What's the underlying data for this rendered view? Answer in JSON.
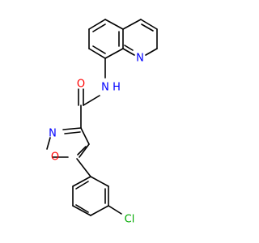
{
  "structure": {
    "atom_labels": {
      "quinoline_n": "N",
      "amide_nh": "N",
      "amide_h": "H",
      "carbonyl_o": "O",
      "isoxazole_n": "N",
      "isoxazole_o": "O",
      "chlorine": "Cl"
    },
    "colors": {
      "bond": "#000000",
      "nitrogen": "#0000ff",
      "oxygen": "#ff0000",
      "chlorine": "#00aa00",
      "background": "#ffffff"
    }
  }
}
